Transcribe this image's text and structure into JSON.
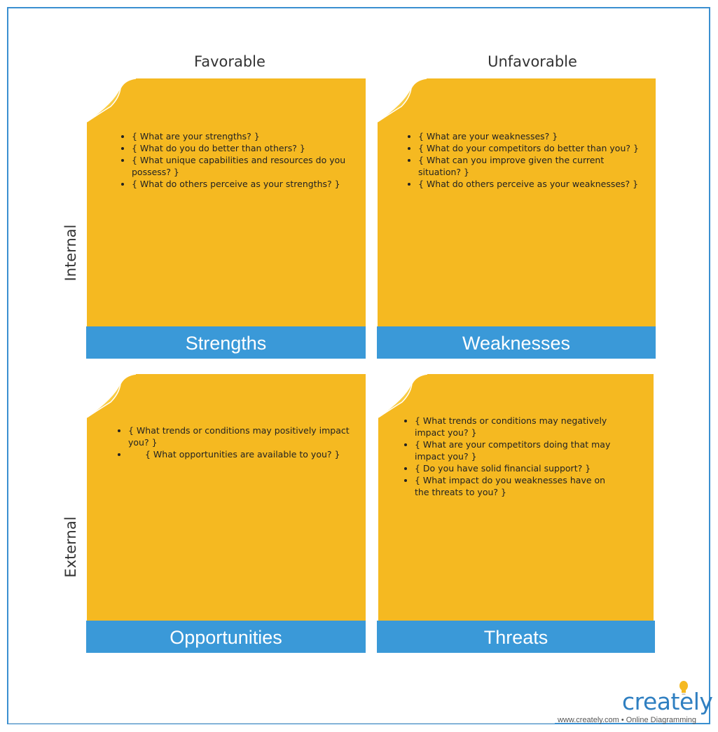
{
  "columns": {
    "left": "Favorable",
    "right": "Unfavorable"
  },
  "rows": {
    "top": "Internal",
    "bottom": "External"
  },
  "quadrants": {
    "strengths": {
      "title": "Strengths",
      "items": [
        "{ What are your strengths? }",
        "{ What do you do better than others? }",
        "{ What unique capabilities and resources do you possess? }",
        "{ What do others perceive as your strengths? }"
      ]
    },
    "weaknesses": {
      "title": "Weaknesses",
      "items": [
        "{ What are your weaknesses? }",
        "{ What do your competitors do better than you? }",
        "{ What can you improve given the current situation? }",
        "{ What do others perceive as your weaknesses? }"
      ]
    },
    "opportunities": {
      "title": "Opportunities",
      "items": [
        "{ What trends or conditions may positively impact you? }",
        "{ What opportunities are available to you? }"
      ]
    },
    "threats": {
      "title": "Threats",
      "items": [
        "{ What trends or conditions may negatively impact you? }",
        "{ What are your competitors doing that may impact you? }",
        "{ Do you have solid financial support? }",
        "{ What impact do you weaknesses have on the threats to you? }"
      ]
    }
  },
  "branding": {
    "logo_text": "creately",
    "tagline": "www.creately.com • Online Diagramming"
  },
  "colors": {
    "note": "#f5b921",
    "note_fold": "#f9cc43",
    "banner": "#3a99d8",
    "frame": "#3a8fd0"
  }
}
